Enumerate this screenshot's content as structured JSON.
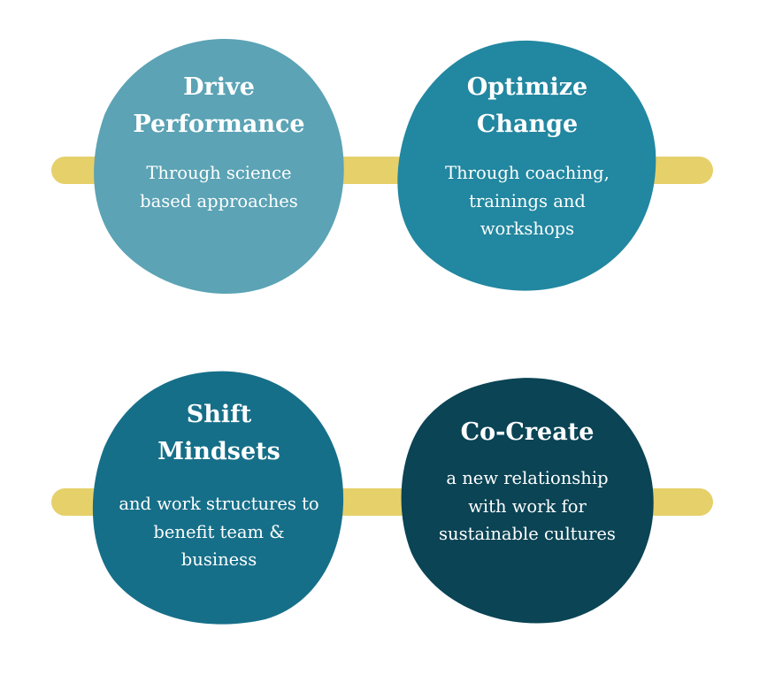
{
  "colors": {
    "bar": "#e6d06a",
    "blob1": "#5ba3b5",
    "blob2": "#2287a0",
    "blob3": "#166f89",
    "blob4": "#0a4455"
  },
  "items": [
    {
      "title": "Drive Performance",
      "desc": "Through science based approaches"
    },
    {
      "title": "Optimize Change",
      "desc": "Through coaching, trainings and workshops"
    },
    {
      "title": "Shift Mindsets",
      "desc": "and work structures to benefit team & business"
    },
    {
      "title": "Co-Create",
      "desc": "a new relationship with work for sustainable cultures"
    }
  ]
}
